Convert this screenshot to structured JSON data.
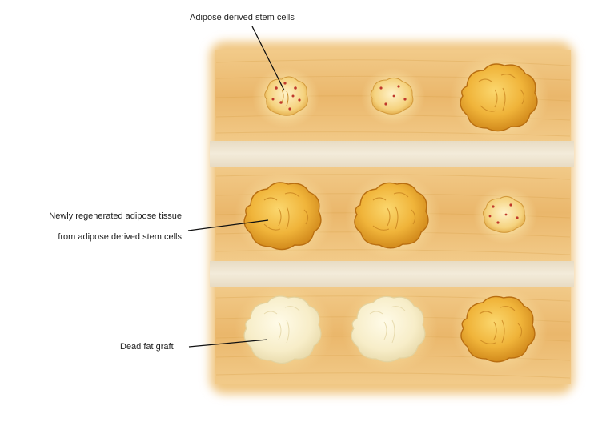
{
  "labels": {
    "stem_cells": "Adipose derived stem cells",
    "regenerated_line1": "Newly regenerated adipose tissue",
    "regenerated_line2": "from adipose derived stem cells",
    "dead_graft": "Dead fat graft"
  },
  "colors": {
    "muscle": "#f0c37c",
    "muscle_dark": "#d99a43",
    "fascia": "#ece0c6",
    "live_fat": "#f3b83d",
    "live_fat_edge": "#c77a12",
    "dead_fat": "#f6ecc6",
    "stem_dot": "#c0392b"
  },
  "grid": [
    [
      "stem",
      "stem",
      "live"
    ],
    [
      "live",
      "live",
      "stem"
    ],
    [
      "dead",
      "dead",
      "live"
    ]
  ]
}
